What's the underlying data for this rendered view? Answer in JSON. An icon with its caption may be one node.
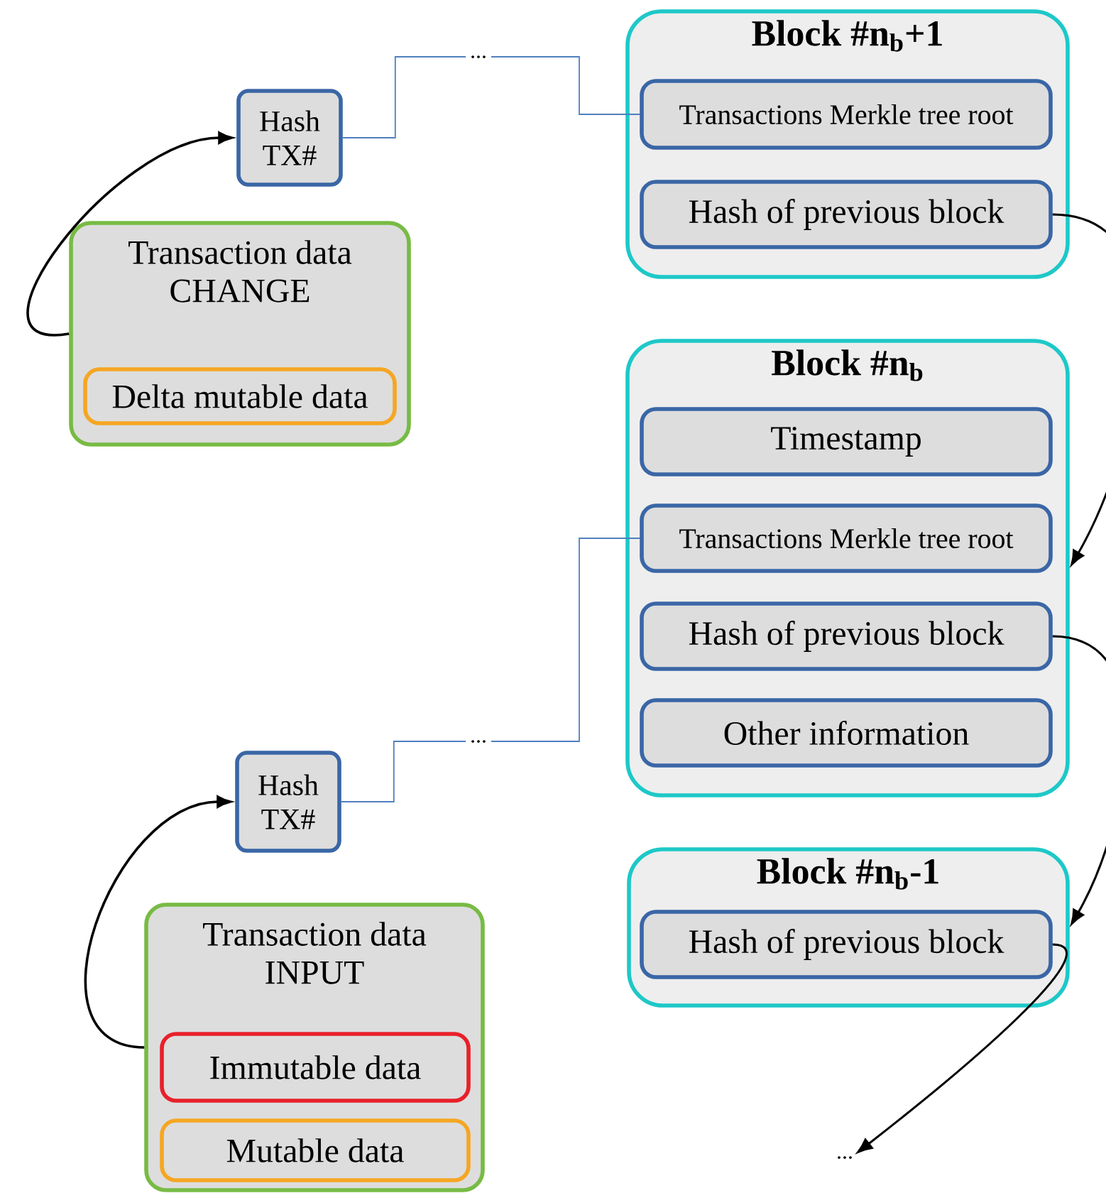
{
  "diagram": {
    "nodes": [
      {
        "text": [
          "Hash TX#"
        ]
      },
      {
        "text": [
          "Transaction data CHANGE"
        ]
      },
      {
        "text": [
          "Delta mutable data"
        ],
        "in": 1
      },
      {
        "text": [
          "Block #n$_{b}$+1"
        ]
      },
      {
        "text": [
          "Transactions Merkle tree root"
        ],
        "in": 3
      },
      {
        "text": [
          "Hash of previous block"
        ],
        "in": 3
      },
      {
        "text": [
          "Block #n$_{b}$"
        ]
      },
      {
        "text": [
          "Timestamp"
        ],
        "in": 6
      },
      {
        "text": [
          "Transactions Merkle tree root"
        ],
        "in": 6
      },
      {
        "text": [
          "Hash of previous block"
        ],
        "in": 6
      },
      {
        "text": [
          "Other information"
        ],
        "in": 6
      },
      {
        "text": [
          "Block #n$_{b}$-1"
        ]
      },
      {
        "text": [
          "Hash of previous block"
        ],
        "in": 11
      },
      {
        "text": [
          "..."
        ]
      },
      {
        "text": [
          "Hash TX#"
        ]
      },
      {
        "text": [
          "Transaction data INPUT"
        ]
      },
      {
        "text": [
          "Immutable data"
        ],
        "in": 15
      },
      {
        "text": [
          "Mutable data"
        ],
        "in": 15
      }
    ],
    "edges": [
      {
        "from": 1,
        "to": 0,
        "arrow": "to"
      },
      {
        "from": 0,
        "to": 4,
        "arrow": "none",
        "label": "...",
        "color": "#4f7fbf"
      },
      {
        "from": 5,
        "to": 6,
        "arrow": "to"
      },
      {
        "from": 9,
        "to": 11,
        "arrow": "to"
      },
      {
        "from": 12,
        "to": 13,
        "arrow": "to"
      },
      {
        "from": 15,
        "to": 14,
        "arrow": "to"
      },
      {
        "from": 14,
        "to": 8,
        "arrow": "none",
        "label": "...",
        "color": "#4f7fbf"
      }
    ]
  }
}
